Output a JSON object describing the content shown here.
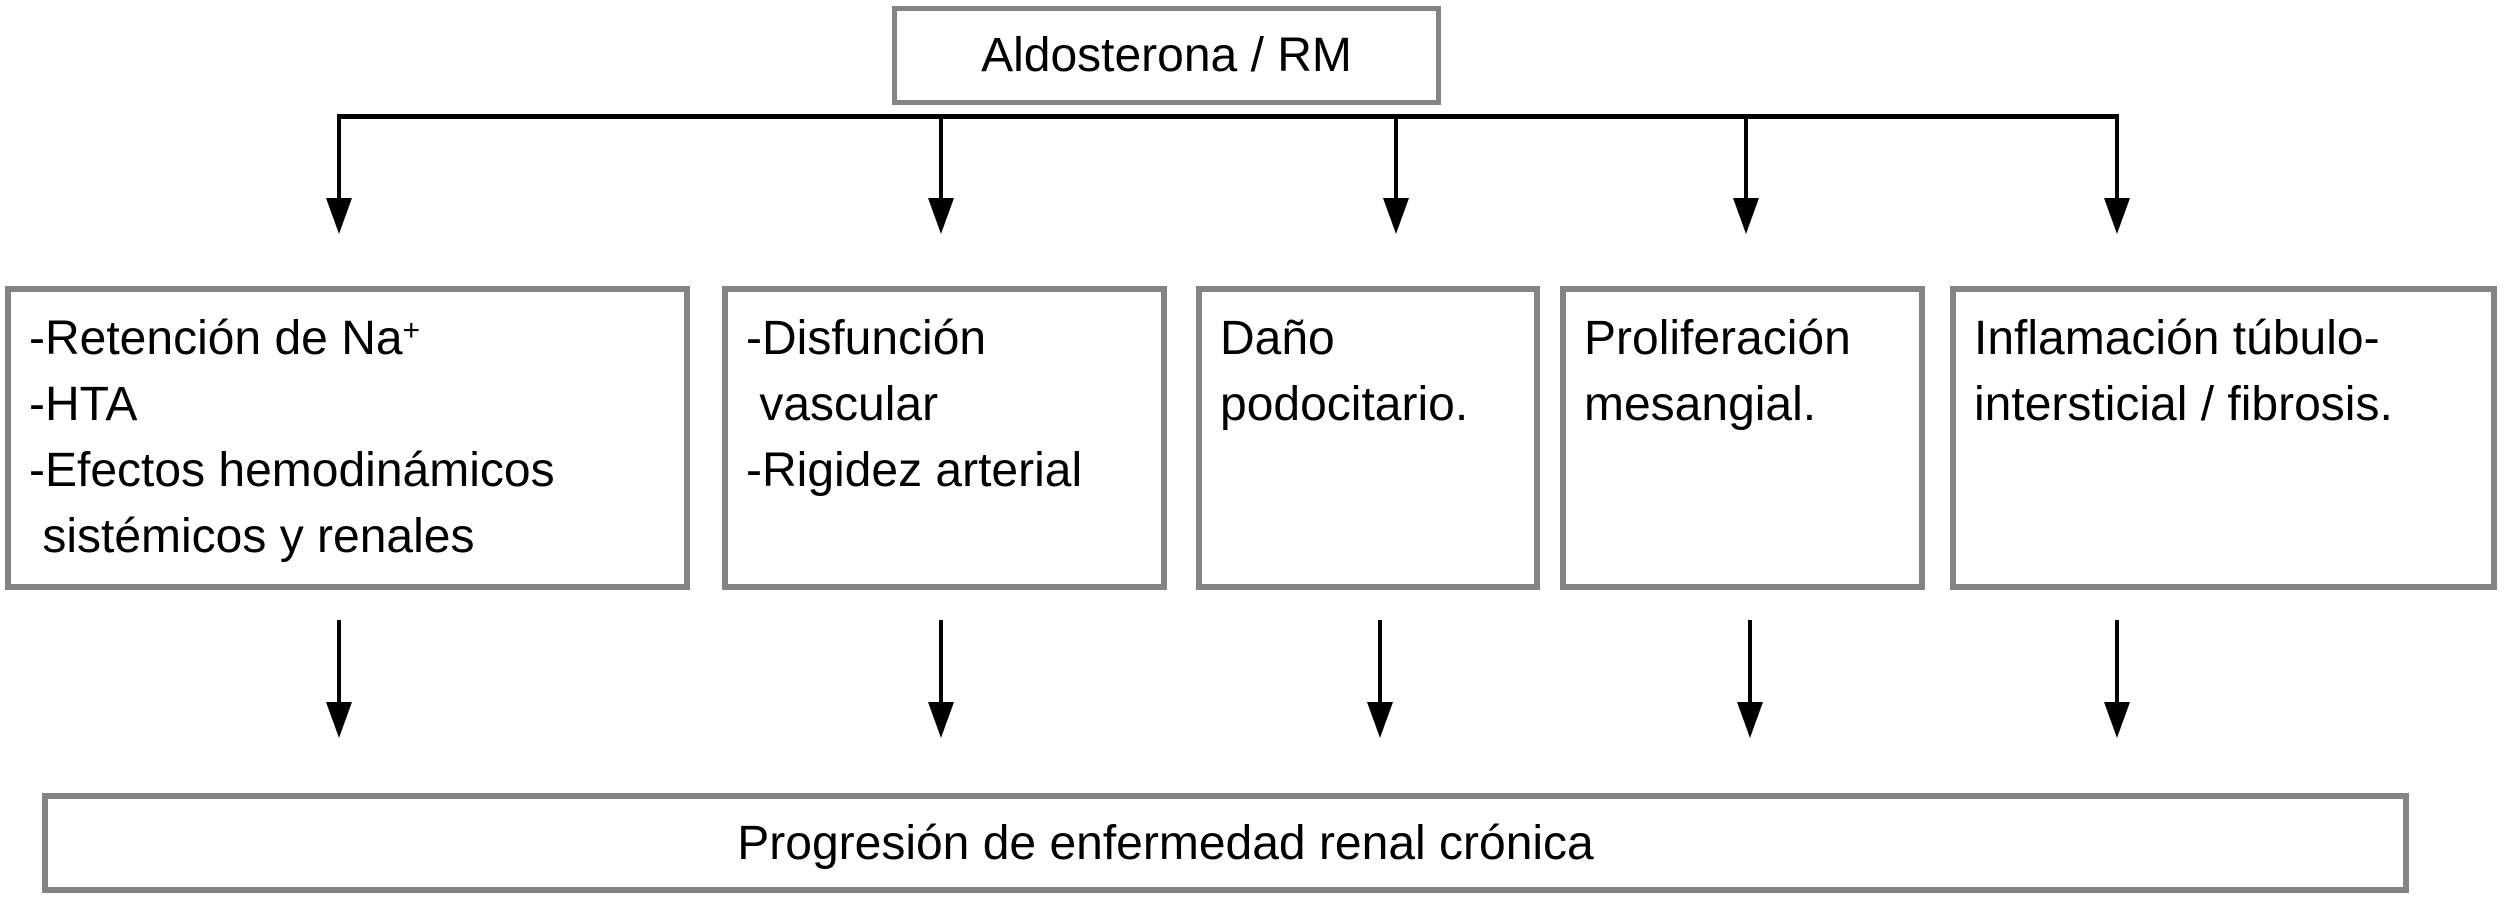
{
  "diagram": {
    "title_box": {
      "label": "Aldosterona / RM"
    },
    "effect_boxes": [
      {
        "lines": [
          "-Retención de Na",
          "-HTA",
          "-Efectos hemodinámicos",
          " sistémicos y renales"
        ],
        "superscript": "+"
      },
      {
        "lines": [
          "-Disfunción",
          " vascular",
          "-Rigidez arterial"
        ]
      },
      {
        "lines": [
          "Daño",
          "podocitario."
        ]
      },
      {
        "lines": [
          "Proliferación",
          "mesangial."
        ]
      },
      {
        "lines": [
          "Inflamación túbulo-",
          "intersticial / fibrosis."
        ]
      }
    ],
    "outcome_box": {
      "label": "Progresión de enfermedad renal crónica"
    },
    "colors": {
      "box_border": "#848484",
      "connector": "#000000",
      "text": "#000000",
      "background": "#ffffff"
    }
  }
}
